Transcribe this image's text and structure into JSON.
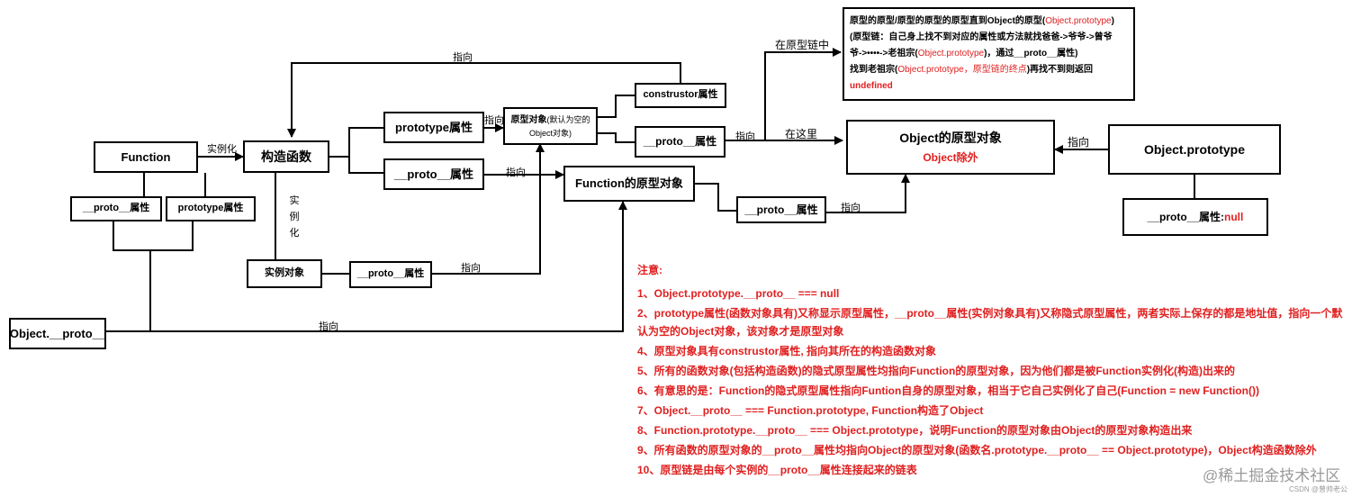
{
  "boxes": {
    "function": "Function",
    "constructor": "构造函数",
    "fn_proto_attr": "__proto__属性",
    "fn_prototype_attr": "prototype属性",
    "prototype_attr": "prototype属性",
    "proto_attr_mid": "__proto__属性",
    "prototype_object_main": "原型对象",
    "prototype_object_sub": "(默认为空的",
    "prototype_object_sub2": "Object对象)",
    "construstor_attr": "construstor属性",
    "proto_attr_right": "__proto__属性",
    "function_proto_object": "Function的原型对象",
    "proto_attr_lower": "__proto__属性",
    "instance_object": "实例对象",
    "instance_proto_attr": "__proto__属性",
    "object_proto": "Object.__proto__",
    "object_proto_object": "Object的原型对象",
    "object_except": "Object除外",
    "object_prototype": "Object.prototype",
    "object_prototype_proto": "__proto__属性: ",
    "object_prototype_proto_value": "null"
  },
  "labels": {
    "instantiate": "实例化",
    "instantiate_vertical": [
      "实",
      "例",
      "化"
    ],
    "points_to_top": "指向",
    "points_to_proto_obj": "指向",
    "points_to_function_proto": "指向",
    "points_to_right": "指向",
    "points_to_lower": "指向",
    "points_to_instance": "指向",
    "points_to_object_proto": "指向",
    "points_to_object_prototype": "指向",
    "in_chain": "在原型链中",
    "here": "在这里"
  },
  "info": {
    "line1_a": "原型的原型/原型的原型的原型直到Object的原型(",
    "line1_b": "Object.prototype",
    "line1_c": ")",
    "line2": "(原型链：自己身上找不到对应的属性或方法就找爸爸->爷爷->曾爷",
    "line3_a": "爷->••••->老祖宗(",
    "line3_b": "Object.prototype",
    "line3_c": ")，通过__proto__属性)",
    "line4_a": "找到老祖宗(",
    "line4_b": "Object.prototype，原型链的终点",
    "line4_c": ")再找不到则返回",
    "line5": "undefined"
  },
  "notes": {
    "title": "注意:",
    "items": [
      "1、Object.prototype.__proto__ === null",
      "2、prototype属性(函数对象具有)又称显示原型属性，__proto__属性(实例对象具有)又称隐式原型属性，两者实际上保存的都是地址值，指向一个默",
      "认为空的Object对象，该对象才是原型对象",
      "4、原型对象具有construstor属性, 指向其所在的构造函数对象",
      "5、所有的函数对象(包括构造函数)的隐式原型属性均指向Function的原型对象，因为他们都是被Function实例化(构造)出来的",
      "6、有意思的是：Function的隐式原型属性指向Funtion自身的原型对象，相当于它自己实例化了自己(Function = new Function())",
      "7、Object.__proto__ === Function.prototype, Function构造了Object",
      "8、Function.prototype.__proto__ === Object.prototype，说明Function的原型对象由Object的原型对象构造出来",
      "9、所有函数的原型对象的__proto__属性均指向Object的原型对象(函数名.prototype.__proto__ == Object.prototype)，Object构造函数除外",
      "10、原型链是由每个实例的__proto__属性连接起来的链表"
    ]
  },
  "watermark": {
    "site": "@稀土掘金技术社区",
    "csdn": "CSDN @曾帅老公"
  },
  "colors": {
    "accent_red": "#e02020",
    "line": "#000000",
    "watermark": "#9a9a9a"
  }
}
